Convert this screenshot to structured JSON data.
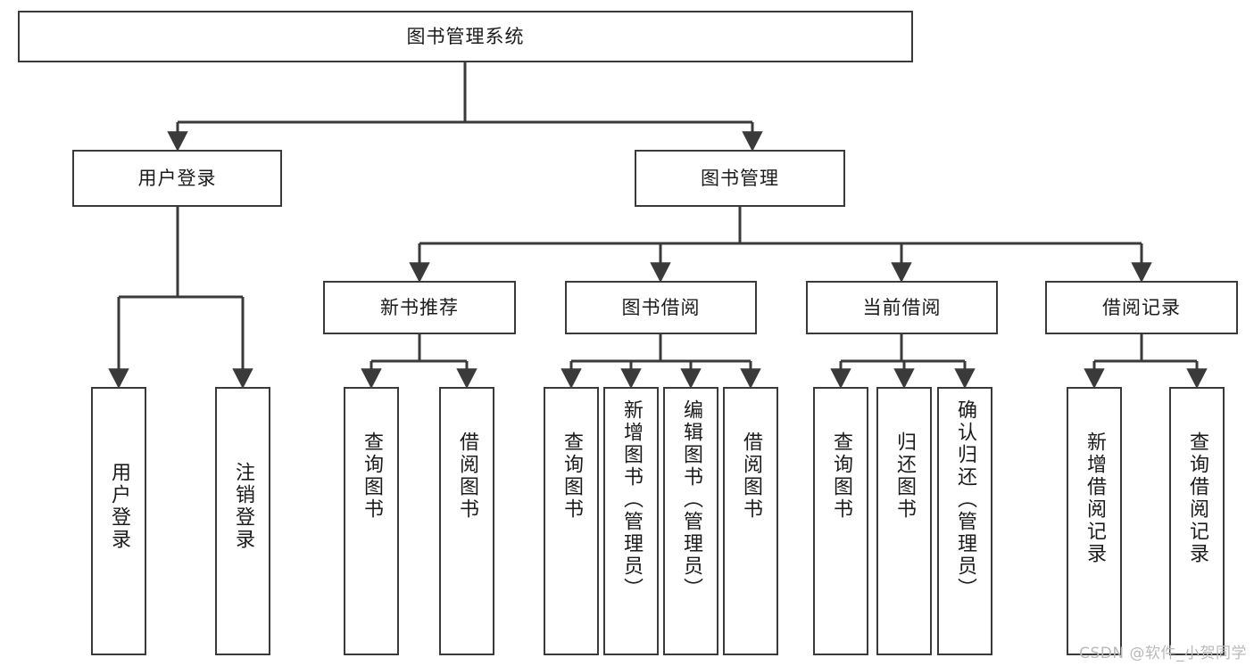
{
  "diagram": {
    "type": "tree",
    "title": "图书管理系统",
    "watermark": "CSDN @软件_小贺同学",
    "colors": {
      "background": "#ffffff",
      "border": "#3a3a3a",
      "text": "#1b1b1b",
      "edge": "#3a3a3a",
      "watermark": "#b9b9b9"
    },
    "nodes": {
      "root": {
        "label": "图书管理系统"
      },
      "level2": [
        {
          "label": "用户登录"
        },
        {
          "label": "图书管理"
        }
      ],
      "level3": [
        {
          "label": "新书推荐"
        },
        {
          "label": "图书借阅"
        },
        {
          "label": "当前借阅"
        },
        {
          "label": "借阅记录"
        }
      ],
      "leaves": {
        "user_login": [
          {
            "label": "用户登录"
          },
          {
            "label": "注销登录"
          }
        ],
        "new_book": [
          {
            "label": "查询图书"
          },
          {
            "label": "借阅图书"
          }
        ],
        "borrow_book": [
          {
            "label": "查询图书"
          },
          {
            "label": "新增图书（管理员）"
          },
          {
            "label": "编辑图书（管理员）"
          },
          {
            "label": "借阅图书"
          }
        ],
        "current_borrow": [
          {
            "label": "查询图书"
          },
          {
            "label": "归还图书"
          },
          {
            "label": "确认归还（管理员）"
          }
        ],
        "borrow_record": [
          {
            "label": "新增借阅记录"
          },
          {
            "label": "查询借阅记录"
          }
        ]
      }
    }
  }
}
